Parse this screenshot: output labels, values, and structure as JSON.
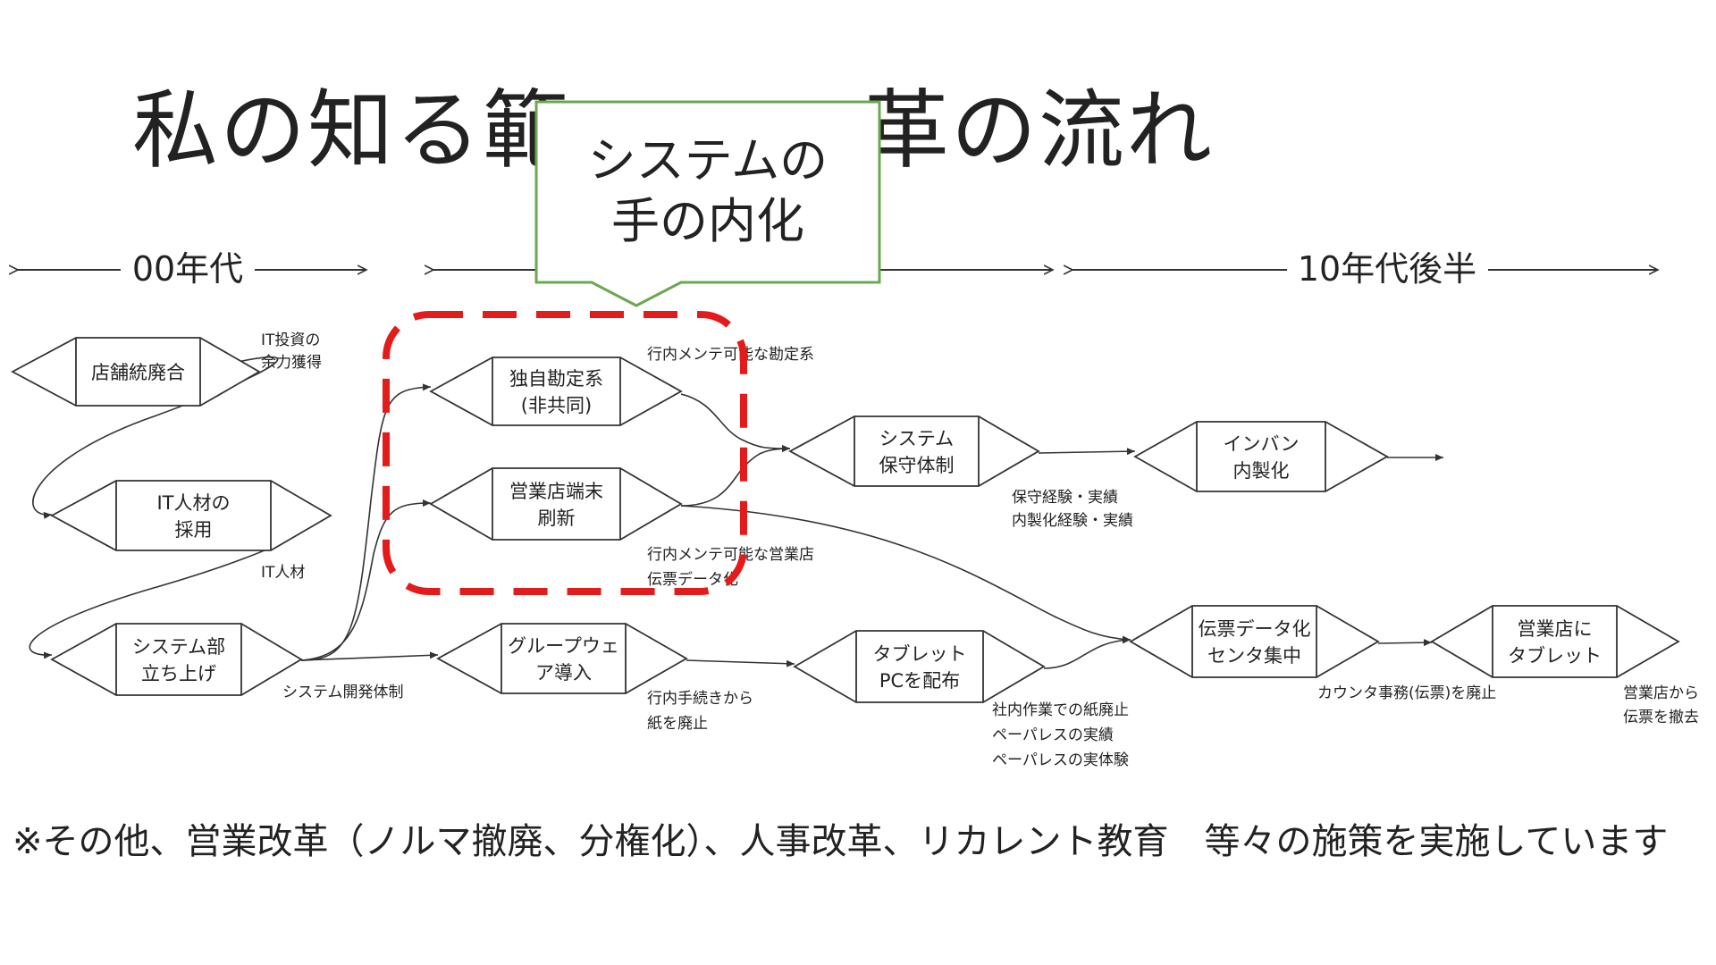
{
  "title_parts": [
    "私の知る範",
    "革の流れ"
  ],
  "callout": {
    "line1": "システムの",
    "line2": "手の内化"
  },
  "eras": [
    "00年代",
    "10年代後半"
  ],
  "nodes": {
    "n_tenpo": [
      "店舗統廃合"
    ],
    "n_itjinzai": [
      "IT人材の",
      "採用"
    ],
    "n_system_bu": [
      "システム部",
      "立ち上げ"
    ],
    "n_dokuji": [
      "独自勘定系",
      "(非共同)"
    ],
    "n_eigyoten": [
      "営業店端末",
      "刷新"
    ],
    "n_groupware": [
      "グループウェ",
      "ア導入"
    ],
    "n_hoshu": [
      "システム",
      "保守体制"
    ],
    "n_tablet_pc": [
      "タブレット",
      "PCを配布"
    ],
    "n_inban": [
      "インバン",
      "内製化"
    ],
    "n_denpyo": [
      "伝票データ化",
      "センタ集中"
    ],
    "n_eigyo_tablet": [
      "営業店に",
      "タブレット"
    ]
  },
  "annotations": {
    "a_it_toushi": [
      "IT投資の",
      "余力獲得"
    ],
    "a_it_jinzai": [
      "IT人材"
    ],
    "a_kaihatsu": [
      "システム開発体制"
    ],
    "a_kanjo": [
      "行内メンテ可能な勘定系"
    ],
    "a_eigyoten": [
      "行内メンテ可能な営業店",
      "伝票データ化"
    ],
    "a_tetsuzuki": [
      "行内手続きから",
      "紙を廃止"
    ],
    "a_hoshu": [
      "保守経験・実績",
      "内製化経験・実績"
    ],
    "a_paperless": [
      "社内作業での紙廃止",
      "ペーパレスの実績",
      "ペーパレスの実体験"
    ],
    "a_counter": [
      "カウンタ事務(伝票)を廃止"
    ],
    "a_tetsukyo": [
      "営業店から",
      "伝票を撤去"
    ]
  },
  "footnote": "※その他、営業改革（ノルマ撤廃、分権化）、人事改革、リカレント教育　等々の施策を実施しています",
  "colors": {
    "text": "#222222",
    "line": "#333333",
    "callout_border": "#6aa84f",
    "highlight": "#e31b1b",
    "background": "#ffffff"
  }
}
